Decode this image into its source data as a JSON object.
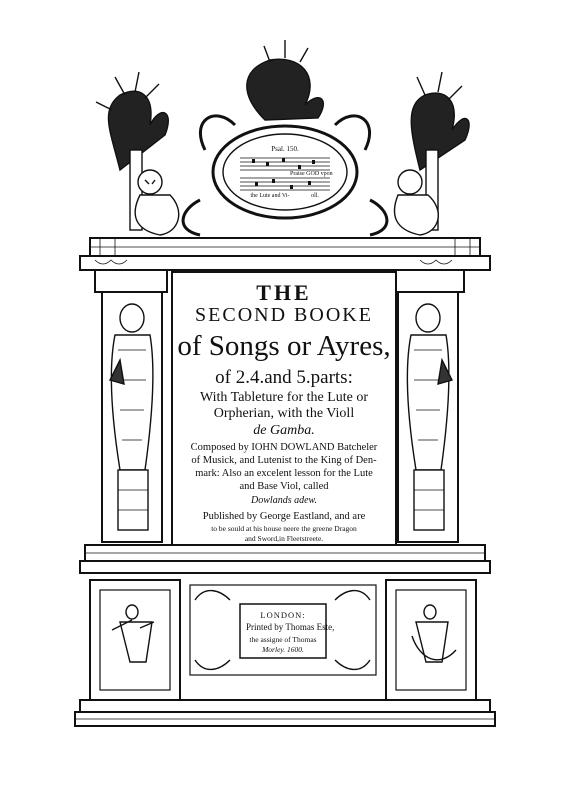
{
  "title_page": {
    "line_the": "THE",
    "line_second": "SECOND BOOKE",
    "line_songs": "of Songs or Ayres,",
    "line_parts": "of 2.4.and 5.parts:",
    "line_with": "With Tableture for the Lute or",
    "line_orpherian": "Orpherian, with the Violl",
    "line_gamba": "de Gamba.",
    "composed_1": "Composed by IOHN DOWLAND Batcheler",
    "composed_2": "of Musick, and Lutenist to the King of Den-",
    "composed_3": "mark: Also an excelent lesson for the Lute",
    "composed_4": "and Base Viol, called",
    "lesson_name": "Dowlands adew.",
    "published": "Published by George Eastland, and are",
    "sold_1": "to be sould at his house neere the greene Dragon",
    "sold_2": "and Sword,in Fleetstreete."
  },
  "imprint": {
    "city": "LONDON:",
    "printed_by": "Printed by Thomas Este,",
    "assigne": "the assigne of Thomas",
    "name_year": "Morley. 1600."
  },
  "oval_cartouche": {
    "psalm_ref": "Psal. 150.",
    "praise": "Praise GOD vpon",
    "lute": "the Lute and Vi-",
    "oll": "oll."
  },
  "colors": {
    "ink": "#111111",
    "paper": "#ffffff"
  }
}
